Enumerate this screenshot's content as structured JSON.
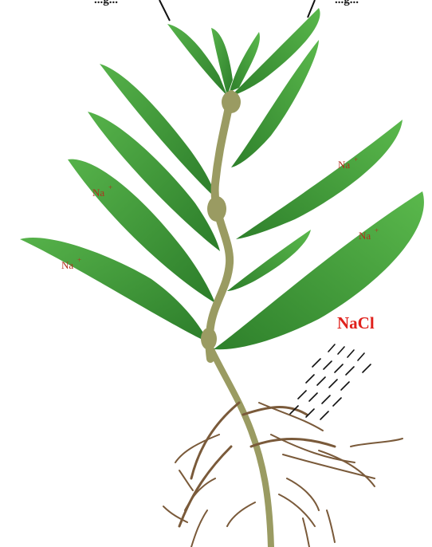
{
  "diagram": {
    "top_labels": {
      "left": "...g...",
      "right": "...g..."
    },
    "ion_labels": [
      {
        "id": "na-left-lower",
        "base": "Na",
        "sup": "+"
      },
      {
        "id": "na-left-upper",
        "base": "Na",
        "sup": "+"
      },
      {
        "id": "na-right-upper",
        "base": "Na",
        "sup": "+"
      },
      {
        "id": "na-right-lower",
        "base": "Na",
        "sup": "+"
      }
    ],
    "salt_label": "NaCl",
    "colors": {
      "leaf": "#3f9a35",
      "leaf_dark": "#2d7a2a",
      "stem": "#9a9b62",
      "root": "#7a5a3a",
      "ion_text": "#b1301e",
      "salt_text": "#e0211c",
      "salt_dashes": "#111111"
    }
  }
}
